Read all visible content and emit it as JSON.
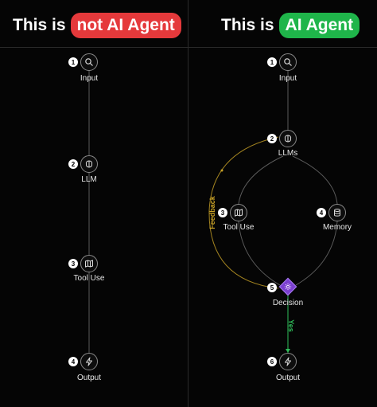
{
  "left": {
    "heading_prefix": "This is",
    "heading_pill": "not AI Agent",
    "nodes": [
      {
        "num": "1",
        "label": "Input",
        "icon": "search-icon"
      },
      {
        "num": "2",
        "label": "LLM",
        "icon": "brain-icon"
      },
      {
        "num": "3",
        "label": "Tool Use",
        "icon": "map-icon"
      },
      {
        "num": "4",
        "label": "Output",
        "icon": "lightning-icon"
      }
    ]
  },
  "right": {
    "heading_prefix": "This is",
    "heading_pill": "AI Agent",
    "nodes": [
      {
        "num": "1",
        "label": "Input",
        "icon": "search-icon"
      },
      {
        "num": "2",
        "label": "LLMs",
        "icon": "brain-icon"
      },
      {
        "num": "3",
        "label": "Tool Use",
        "icon": "map-icon"
      },
      {
        "num": "4",
        "label": "Memory",
        "icon": "database-icon"
      },
      {
        "num": "5",
        "label": "Decision",
        "icon": "gear-icon"
      },
      {
        "num": "6",
        "label": "Output",
        "icon": "lightning-icon"
      }
    ],
    "feedback_label": "Feedback",
    "yes_label": "Yes"
  },
  "colors": {
    "not_agent_pill": "#e5393b",
    "agent_pill": "#1fb54a",
    "feedback": "#c9a227",
    "yes": "#2fbf5a",
    "decision": "#7b3fd0"
  }
}
